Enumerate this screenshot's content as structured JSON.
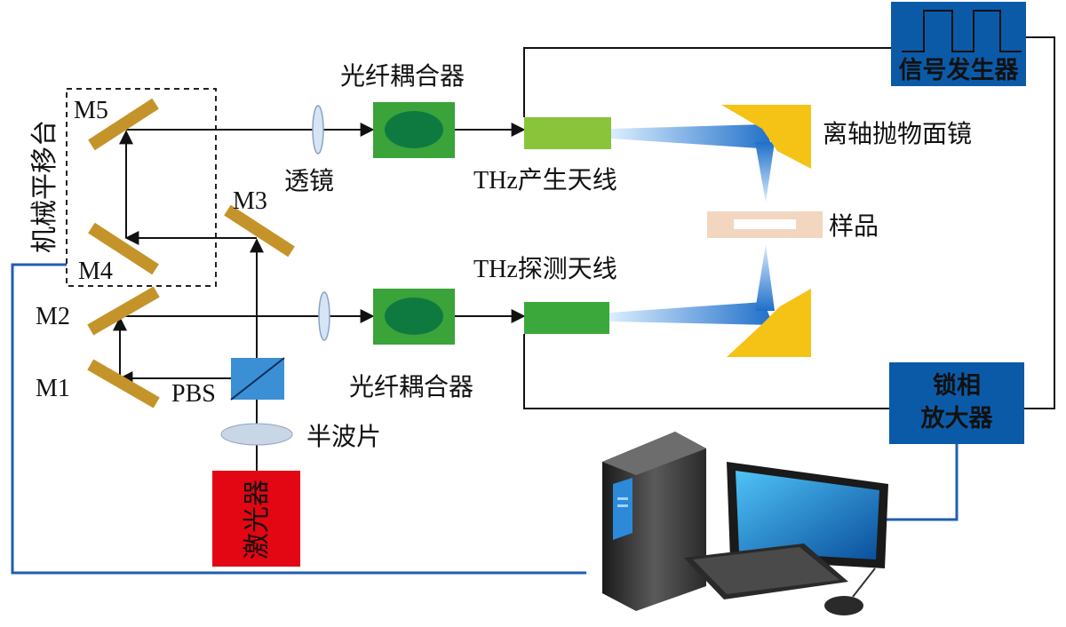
{
  "labels": {
    "stage_vertical": "机械平移台",
    "m1": "M1",
    "m2": "M2",
    "m3": "M3",
    "m4": "M4",
    "m5": "M5",
    "pbs": "PBS",
    "half_wave_plate": "半波片",
    "laser": "激光器",
    "lens": "透镜",
    "coupler_top": "光纤耦合器",
    "coupler_bottom": "光纤耦合器",
    "thz_emitter": "THz产生天线",
    "thz_detector": "THz探测天线",
    "off_axis_mirror": "离轴抛物面镜",
    "sample": "样品",
    "signal_generator": "信号发生器",
    "lockin_line1": "锁相",
    "lockin_line2": "放大器"
  },
  "colors": {
    "mirror": "#c4942a",
    "coupler_outer": "#3aa33a",
    "coupler_inner": "#0f7a3f",
    "emitter": "#8ac43a",
    "detector": "#3aa83a",
    "parabolic": "#f5c216",
    "sample": "#f2d6bf",
    "pbs": "#3b8fd4",
    "waveplate": "#c9d6e6",
    "laser": "#e30613",
    "instrument": "#0b5aa8",
    "beam": "#111111",
    "cable": "#1f5fb0",
    "thz_beam": "#1f7bd1"
  },
  "icons": {
    "computer": "desktop-computer-icon",
    "pulse": "square-pulse-icon"
  }
}
